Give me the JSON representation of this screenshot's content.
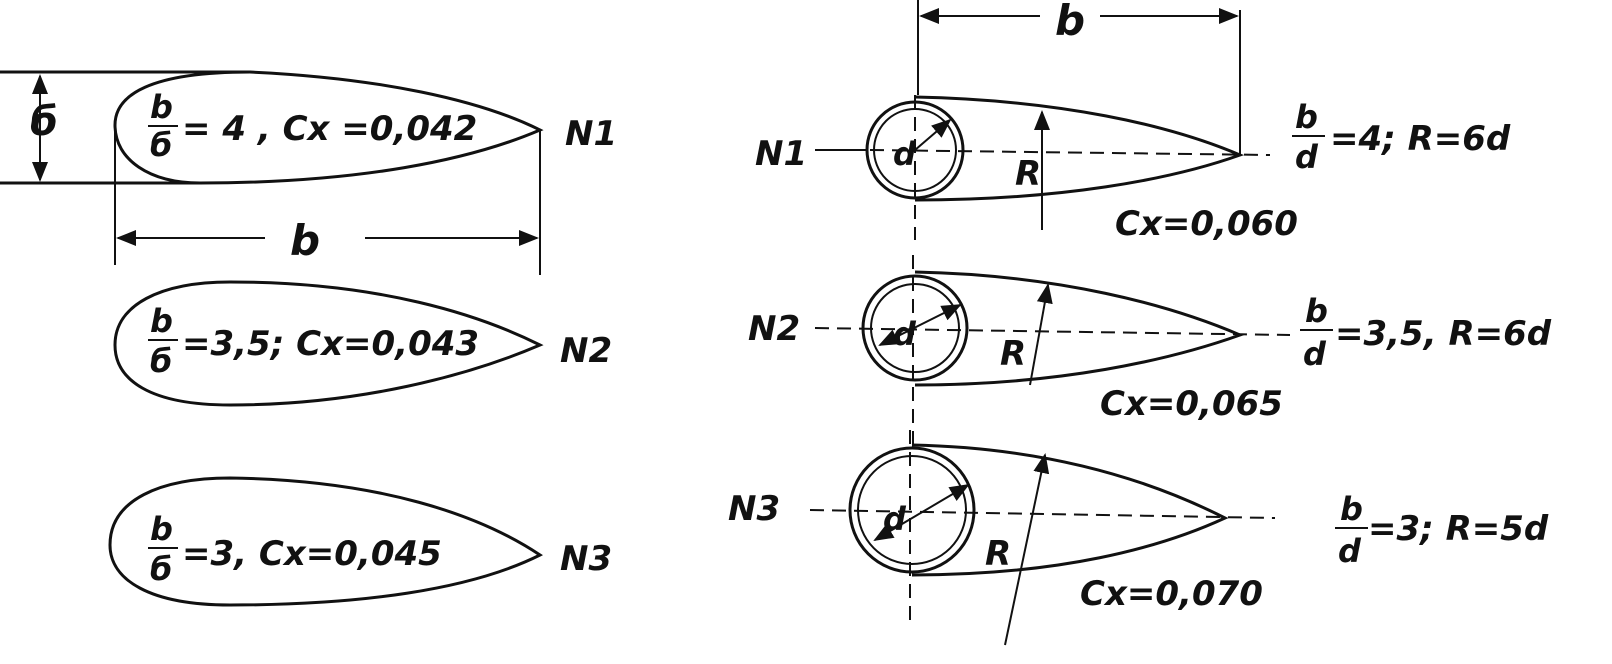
{
  "left": {
    "thickness_symbol": "б",
    "chord_symbol": "b",
    "profiles": [
      {
        "label": "N1",
        "num": "b",
        "den": "б",
        "rest": "= 4 , Cx =0,042"
      },
      {
        "label": "N2",
        "num": "b",
        "den": "б",
        "rest": "=3,5; Cx=0,043"
      },
      {
        "label": "N3",
        "num": "b",
        "den": "б",
        "rest": "=3, Cx=0,045"
      }
    ]
  },
  "right": {
    "chord_symbol": "b",
    "diameter_symbol": "d",
    "radius_symbol": "R",
    "profiles": [
      {
        "label": "N1",
        "num": "b",
        "den": "d",
        "rest": "=4; R=6d",
        "cx": "Cx=0,060"
      },
      {
        "label": "N2",
        "num": "b",
        "den": "d",
        "rest": "=3,5, R=6d",
        "cx": "Cx=0,065"
      },
      {
        "label": "N3",
        "num": "b",
        "den": "d",
        "rest": "=3; R=5d",
        "cx": "Cx=0,070"
      }
    ]
  }
}
